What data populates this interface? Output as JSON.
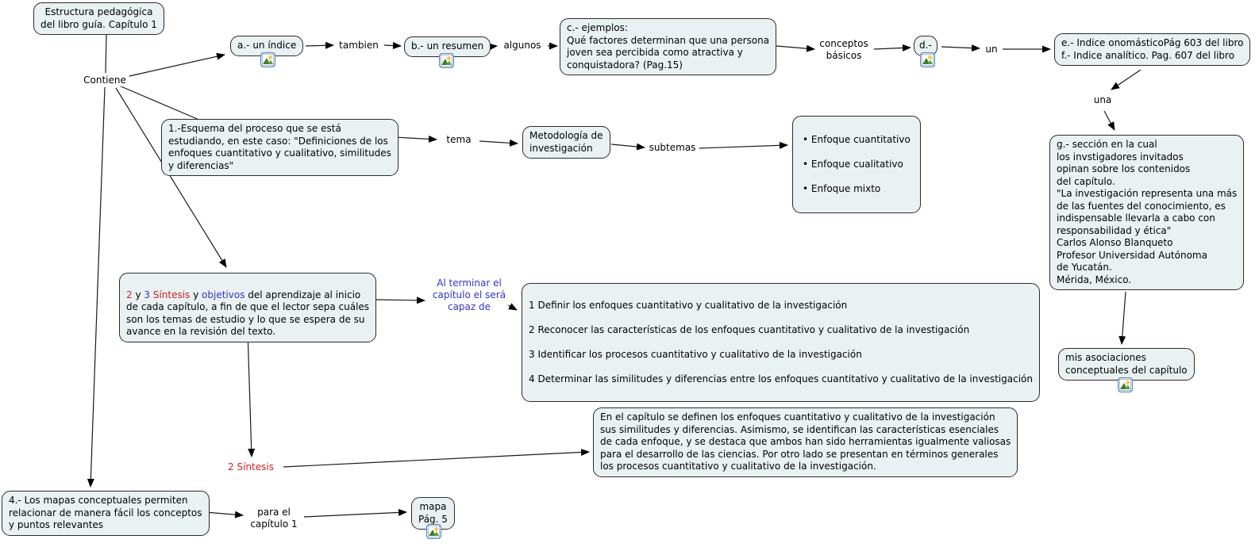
{
  "colors": {
    "node_fill": "#eaf1f2",
    "node_border": "#2b2b2b",
    "text": "#000000",
    "accent_blue": "#3333cc",
    "accent_red": "#cc2222",
    "icon_border": "#4d86d0"
  },
  "nodes": {
    "estructura": "Estructura pedagógica\ndel libro guía. Capítulo 1",
    "indice": "a.- un índice",
    "resumen": "b.- un resumen",
    "ejemplos": "c.- ejemplos:\nQué factores determinan que una persona\njoven sea percibida como atractiva y\nconquistadora? (Pag.15)",
    "d": "d.-",
    "indices_ef": "e.- Indice onomásticoPág 603 del libro\nf.- Indice analítico. Pag. 607 del libro",
    "seccion_g": "g.- sección en la cual\nlos invstigadores invitados\nopinan sobre los contenidos\ndel capítulo.\n\"La investigación representa una más\nde las fuentes del conocimiento, es\nindispensable llevarla a cabo con\nresponsabilidad y ética\"\nCarlos Alonso Blanqueto\nProfesor Universidad Autónoma\nde Yucatán.\nMérida, México.",
    "esquema": "1.-Esquema del proceso que se está\nestudiando, en este caso: \"Definiciones de los\nenfoques cuantitativo y cualitativo, similitudes\ny diferencias\"",
    "metodologia": "Metodología de\ninvestigación",
    "enfoques": {
      "items": [
        "Enfoque cuantitativo",
        "Enfoque cualitativo",
        "Enfoque mixto"
      ]
    },
    "sintesis_objetivos": {
      "segments": [
        "2",
        " y ",
        "3",
        "  Síntesis",
        " y ",
        "objetivos",
        " del aprendizaje al inicio\nde cada capítulo, a fin de que el lector sepa cuáles\nson los temas de estudio y lo que se espera de su\navance en la revisión del texto."
      ]
    },
    "objetivos": {
      "items": [
        "1 Definir los enfoques cuantitativo y cualitativo de la investigación",
        "2 Reconocer las características de los enfoques cuantitativo y cualitativo de la investigación",
        "3 Identificar los procesos  cuantitativo y cualitativo de la investigación",
        "4 Determinar las similitudes y diferencias entre los enfoques cuantitativo y cualitativo de la investigación"
      ]
    },
    "asociaciones": "mis asociaciones\nconceptuales del capítulo",
    "parrafo": "En el capítulo se definen los enfoques cuantitativo y cualitativo de la investigación\nsus similitudes y diferencias. Asimismo, se identifican las características esenciales\nde cada enfoque, y se destaca que ambos han sido herramientas igualmente valiosas\npara el desarrollo de las ciencias. Por otro lado se presentan en términos generales\nlos procesos cuantitativo y cualitativo de la investigación.",
    "mapas": "4.- Los mapas conceptuales permiten\nrelacionar de manera fácil los conceptos\ny puntos relevantes",
    "mapa": "mapa\nPág. 5"
  },
  "labels": {
    "contiene": "Contiene",
    "tambien": "tambien",
    "algunos": "algunos",
    "conceptos_basicos": "conceptos\nbásicos",
    "un": "un",
    "una": "una",
    "tema": "tema",
    "subtemas": "subtemas",
    "al_terminar": "Al terminar el\ncapítulo el será\ncapaz de",
    "sintesis_2": "2 Síntesis",
    "para_el": "para el\ncapítulo 1"
  }
}
